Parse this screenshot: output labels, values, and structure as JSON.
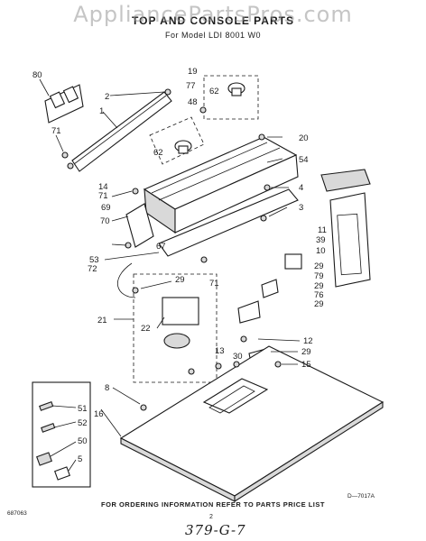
{
  "watermark": "AppliancePartsPros.com",
  "title": "TOP AND CONSOLE PARTS",
  "subtitle": "For Model LDI 8001 W0",
  "callouts": [
    {
      "id": "c80",
      "text": "80"
    },
    {
      "id": "c19",
      "text": "19"
    },
    {
      "id": "c2",
      "text": "2"
    },
    {
      "id": "c77",
      "text": "77"
    },
    {
      "id": "c62a",
      "text": "62"
    },
    {
      "id": "c48",
      "text": "48"
    },
    {
      "id": "c1",
      "text": "1"
    },
    {
      "id": "c71a",
      "text": "71"
    },
    {
      "id": "c62b",
      "text": "62"
    },
    {
      "id": "c20",
      "text": "20"
    },
    {
      "id": "c54",
      "text": "54"
    },
    {
      "id": "c14",
      "text": "14"
    },
    {
      "id": "c71b",
      "text": "71"
    },
    {
      "id": "c4",
      "text": "4"
    },
    {
      "id": "c69",
      "text": "69"
    },
    {
      "id": "c3",
      "text": "3"
    },
    {
      "id": "c70",
      "text": "70"
    },
    {
      "id": "c67",
      "text": "67"
    },
    {
      "id": "c11",
      "text": "11"
    },
    {
      "id": "c39",
      "text": "39"
    },
    {
      "id": "c10",
      "text": "10"
    },
    {
      "id": "c53",
      "text": "53"
    },
    {
      "id": "c72",
      "text": "72"
    },
    {
      "id": "c71c",
      "text": "71"
    },
    {
      "id": "c29a",
      "text": "29"
    },
    {
      "id": "c29b",
      "text": "29"
    },
    {
      "id": "c79",
      "text": "79"
    },
    {
      "id": "c29c",
      "text": "29"
    },
    {
      "id": "c76",
      "text": "76"
    },
    {
      "id": "c29d",
      "text": "29"
    },
    {
      "id": "c21",
      "text": "21"
    },
    {
      "id": "c22",
      "text": "22"
    },
    {
      "id": "c12",
      "text": "12"
    },
    {
      "id": "c13",
      "text": "13"
    },
    {
      "id": "c29e",
      "text": "29"
    },
    {
      "id": "c30",
      "text": "30"
    },
    {
      "id": "c15",
      "text": "15"
    },
    {
      "id": "c8",
      "text": "8"
    },
    {
      "id": "c16",
      "text": "16"
    },
    {
      "id": "c51",
      "text": "51"
    },
    {
      "id": "c52",
      "text": "52"
    },
    {
      "id": "c50",
      "text": "50"
    },
    {
      "id": "c5",
      "text": "5"
    }
  ],
  "footer_note": "FOR ORDERING INFORMATION REFER TO PARTS PRICE LIST",
  "doc_code": "687063",
  "page_number": "2",
  "diagram_code": "D—7017A",
  "handwritten_code": "379-G-7"
}
